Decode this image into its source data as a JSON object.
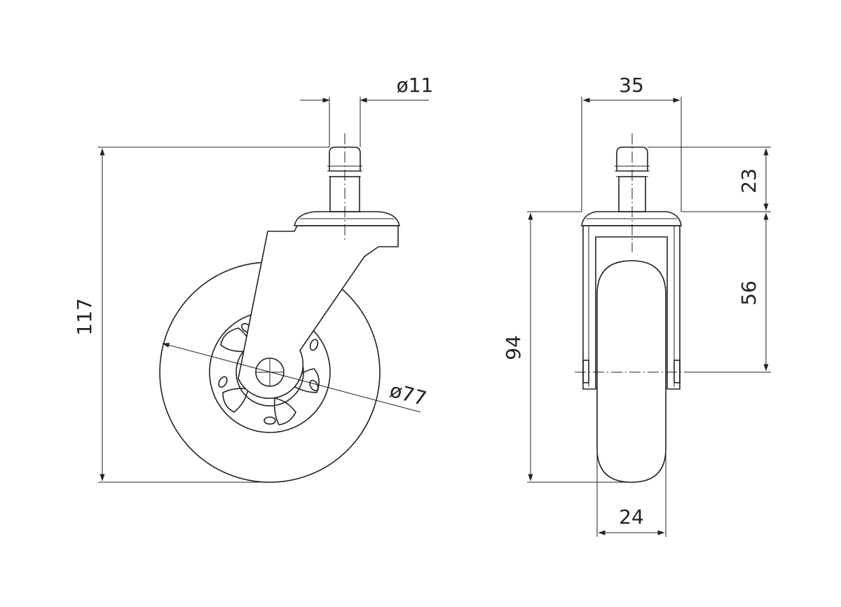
{
  "drawing": {
    "dimensions": {
      "stem_diameter": "ø11",
      "overall_height": "117",
      "wheel_diameter": "ø77",
      "width": "35",
      "stem_height": "23",
      "offset_height": "56",
      "height_without_stem": "94",
      "wheel_width": "24"
    }
  }
}
